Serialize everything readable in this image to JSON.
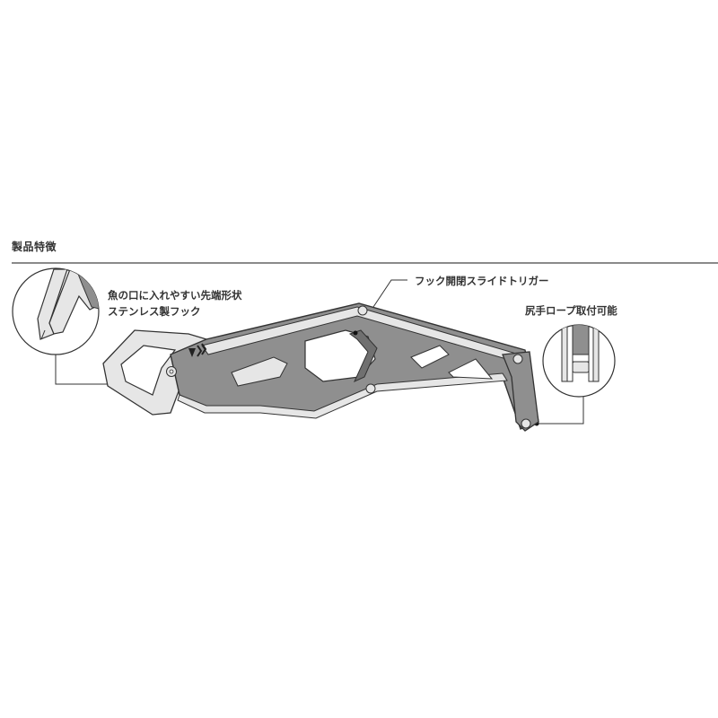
{
  "section": {
    "title": "製品特徴"
  },
  "features": [
    {
      "id": "hook",
      "lines": [
        "魚の口に入れやすい先端形状",
        "ステンレス製フック"
      ]
    },
    {
      "id": "trigger",
      "lines": [
        "フック開閉スライドトリガー"
      ]
    },
    {
      "id": "rope",
      "lines": [
        "尻手ロープ取付可能"
      ]
    }
  ],
  "product": {
    "brand_logo": "daiwa-logo",
    "type": "fish-grip"
  },
  "colors": {
    "text": "#333333",
    "rule": "#8a8a8a",
    "body_fill": "#8f8f8f",
    "steel_fill": "#e6e6e6",
    "outline": "#333333"
  }
}
